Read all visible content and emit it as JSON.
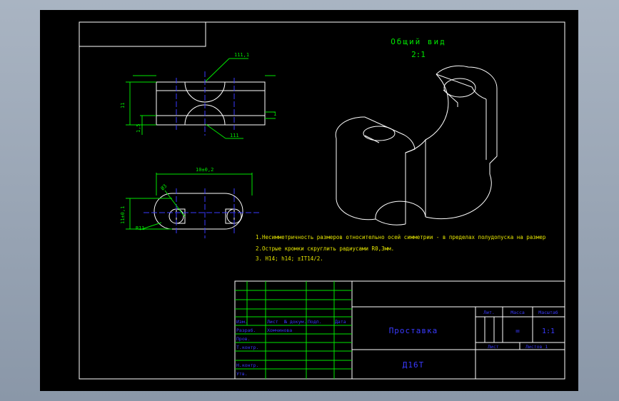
{
  "drawing": {
    "view_title": "Общий вид",
    "view_scale": "2:1",
    "notes": [
      "1.Несимметричность размеров относительно осей симметрии - в пределах полудопуска на размер",
      "2.Острые кромки скруглить радиусами R0,3мм.",
      "3. H14; h14; ±IT14/2."
    ],
    "dims": {
      "top_width": "10±0,2",
      "height_left": "11",
      "small_left": "1,5",
      "angle_top": "111,1",
      "angle_bottom": "111",
      "right_small": "1",
      "hole_dia": "Ø3",
      "height_front": "11±0,1",
      "rad_left": "R11"
    }
  },
  "title_block": {
    "header": [
      "Изм.",
      "Лист",
      "№ докум.",
      "Подп.",
      "Дата"
    ],
    "rows": [
      "Разраб.",
      "Пров.",
      "Т.контр.",
      "Н.контр.",
      "Утв."
    ],
    "developer": "Хомчинова",
    "part_name": "Проставка",
    "material": "Д16Т",
    "col_labels": [
      "Лит.",
      "Масса",
      "Масштаб"
    ],
    "mass": "=",
    "scale": "1:1",
    "sheet_label": "Лист",
    "sheets_label": "Листов 1"
  },
  "colors": {
    "sheet": "#000000",
    "frame": "#ffffff",
    "dimension": "#00e600",
    "axis": "#3a3aff",
    "notes": "#e6e600",
    "title_text": "#3a3aff"
  }
}
